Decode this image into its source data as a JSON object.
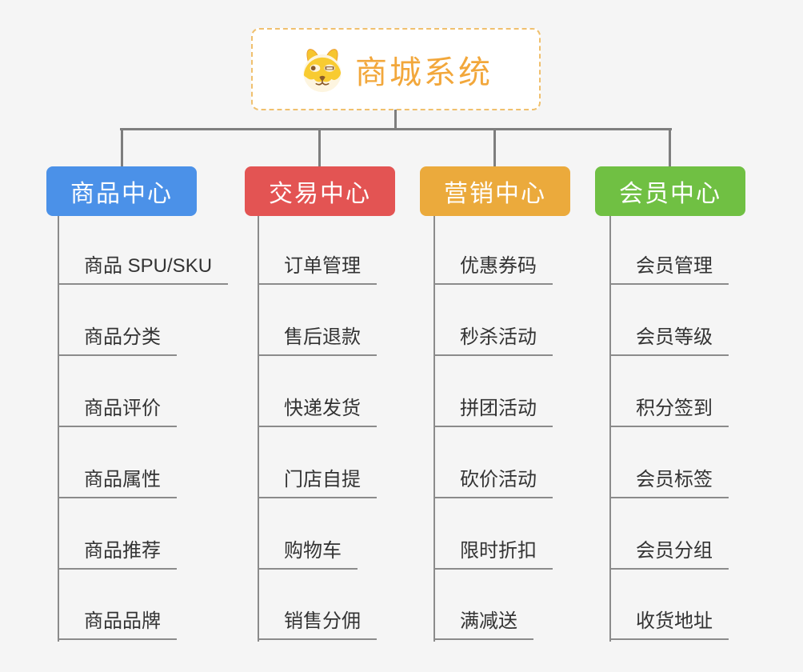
{
  "root": {
    "title": "商城系统",
    "icon": "dog-face-icon",
    "border_color": "#f0c06e",
    "text_color": "#f2a73b"
  },
  "branches": [
    {
      "label": "商品中心",
      "color": "#4b91e8",
      "items": [
        "商品 SPU/SKU",
        "商品分类",
        "商品评价",
        "商品属性",
        "商品推荐",
        "商品品牌"
      ]
    },
    {
      "label": "交易中心",
      "color": "#e35453",
      "items": [
        "订单管理",
        "售后退款",
        "快递发货",
        "门店自提",
        "购物车",
        "销售分佣"
      ]
    },
    {
      "label": "营销中心",
      "color": "#ebaa3c",
      "items": [
        "优惠券码",
        "秒杀活动",
        "拼团活动",
        "砍价活动",
        "限时折扣",
        "满减送"
      ]
    },
    {
      "label": "会员中心",
      "color": "#70c043",
      "items": [
        "会员管理",
        "会员等级",
        "积分签到",
        "会员标签",
        "会员分组",
        "收货地址"
      ]
    }
  ],
  "colors": {
    "background": "#f5f5f5",
    "connector": "#7e7e7e",
    "leaf_line": "#8b8b8b",
    "leaf_text": "#333333"
  }
}
